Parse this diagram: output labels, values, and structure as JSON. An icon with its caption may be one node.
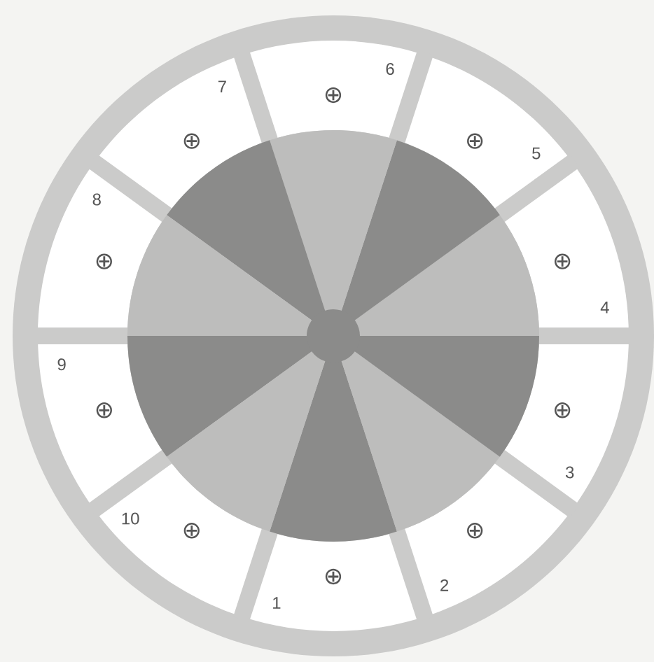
{
  "diagram": {
    "nodes": [
      {
        "text": [
          "⊕",
          "1"
        ]
      },
      {
        "text": [
          "⊕",
          "2"
        ]
      },
      {
        "text": [
          "⊕",
          "3"
        ]
      },
      {
        "text": [
          "⊕",
          "4"
        ]
      },
      {
        "text": [
          "⊕",
          "5"
        ]
      },
      {
        "text": [
          "6",
          "⊕"
        ]
      },
      {
        "text": [
          "7",
          "⊕"
        ]
      },
      {
        "text": [
          "8",
          "⊕"
        ]
      },
      {
        "text": [
          "9",
          "⊕"
        ]
      },
      {
        "text": [
          "10",
          "⊕"
        ]
      }
    ]
  }
}
